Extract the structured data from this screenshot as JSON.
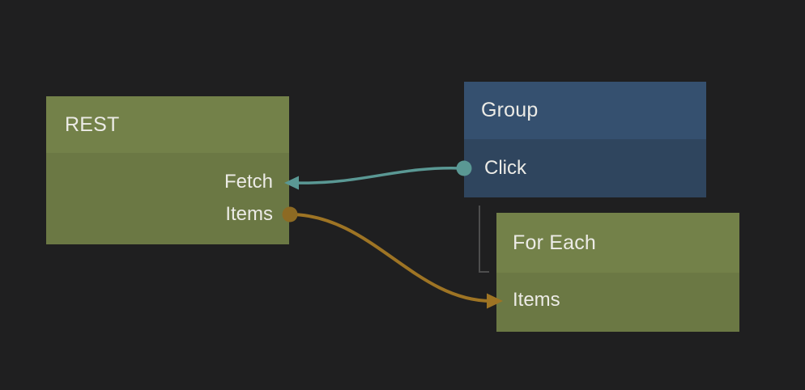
{
  "editor": {
    "background_color": "#1f1f20",
    "text_color": "#ecebe6",
    "child_link_color": "#4d4d4d"
  },
  "nodes": [
    {
      "id": "rest",
      "title": "REST",
      "header_color": "#738149",
      "body_color": "#6b7844",
      "outputs": [
        {
          "label": "Fetch"
        },
        {
          "label": "Items"
        }
      ],
      "inputs": []
    },
    {
      "id": "group",
      "title": "Group",
      "header_color": "#35506f",
      "body_color": "#2f455e",
      "inputs": [
        {
          "label": "Click"
        }
      ],
      "outputs": []
    },
    {
      "id": "for-each",
      "title": "For Each",
      "header_color": "#738149",
      "body_color": "#6b7844",
      "inputs": [
        {
          "label": "Items"
        }
      ],
      "outputs": []
    }
  ],
  "connections": [
    {
      "from_node": "Group",
      "from_port": "Click",
      "to_node": "REST",
      "to_port": "Fetch",
      "color": "#5a9894"
    },
    {
      "from_node": "REST",
      "from_port": "Items",
      "to_node": "For Each",
      "to_port": "Items",
      "color": "#9e7424",
      "dot_color": "#8d6a23"
    }
  ]
}
